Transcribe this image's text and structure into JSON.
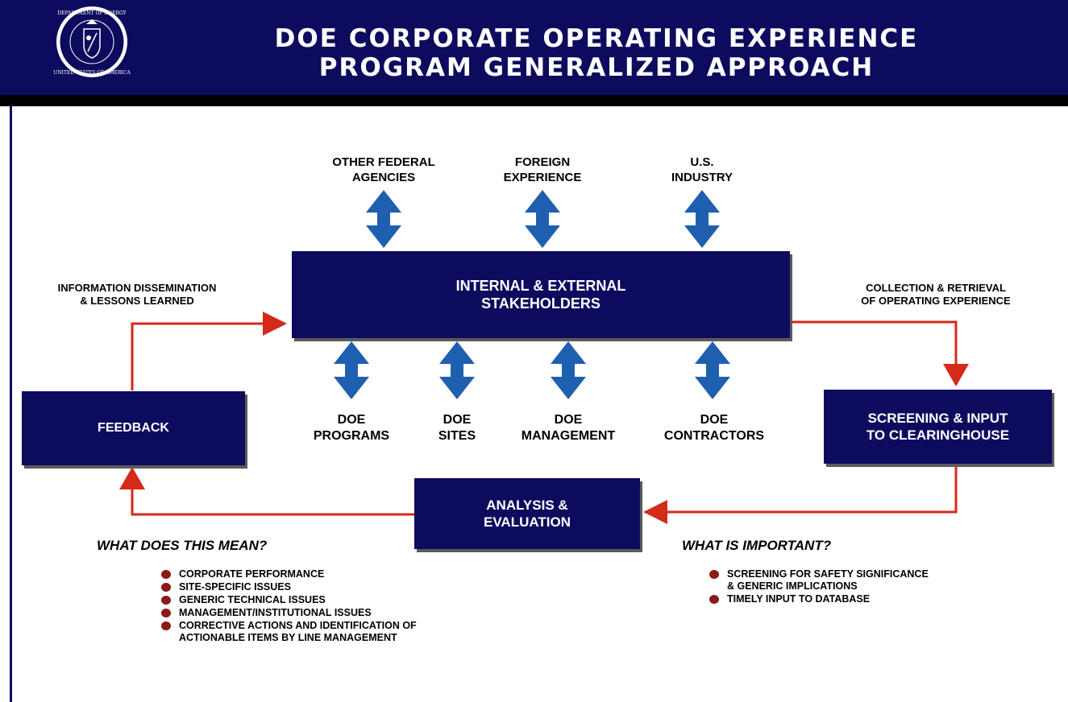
{
  "header": {
    "title_line1": "DOE CORPORATE OPERATING EXPERIENCE",
    "title_line2": "PROGRAM GENERALIZED APPROACH",
    "seal_text": "DEPARTMENT OF ENERGY · UNITED STATES OF AMERICA"
  },
  "top_sources": [
    {
      "label": "OTHER FEDERAL\nAGENCIES"
    },
    {
      "label": "FOREIGN\nEXPERIENCE"
    },
    {
      "label": "U.S.\nINDUSTRY"
    }
  ],
  "central_box": {
    "label": "INTERNAL & EXTERNAL\nSTAKEHOLDERS"
  },
  "bottom_groups": [
    {
      "label": "DOE\nPROGRAMS"
    },
    {
      "label": "DOE\nSITES"
    },
    {
      "label": "DOE\nMANAGEMENT"
    },
    {
      "label": "DOE\nCONTRACTORS"
    }
  ],
  "notes": {
    "left": "INFORMATION DISSEMINATION\n& LESSONS LEARNED",
    "right": "COLLECTION & RETRIEVAL\nOF OPERATING EXPERIENCE"
  },
  "boxes": {
    "feedback": "FEEDBACK",
    "screening": "SCREENING & INPUT\nTO CLEARINGHOUSE",
    "analysis": "ANALYSIS &\nEVALUATION"
  },
  "left_question": {
    "heading": "WHAT DOES THIS MEAN?",
    "items": [
      "CORPORATE PERFORMANCE",
      "SITE-SPECIFIC ISSUES",
      "GENERIC TECHNICAL ISSUES",
      "MANAGEMENT/INSTITUTIONAL ISSUES",
      "CORRECTIVE ACTIONS AND IDENTIFICATION OF\nACTIONABLE ITEMS BY LINE MANAGEMENT"
    ]
  },
  "right_question": {
    "heading": "WHAT IS IMPORTANT?",
    "items": [
      "SCREENING FOR SAFETY SIGNIFICANCE\n& GENERIC IMPLICATIONS",
      "TIMELY INPUT TO DATABASE"
    ]
  },
  "colors": {
    "navy": "#0d0b5e",
    "arrow_blue": "#1f5fb0",
    "flow_red": "#d42a1a",
    "bullet": "#8b1a1a"
  }
}
